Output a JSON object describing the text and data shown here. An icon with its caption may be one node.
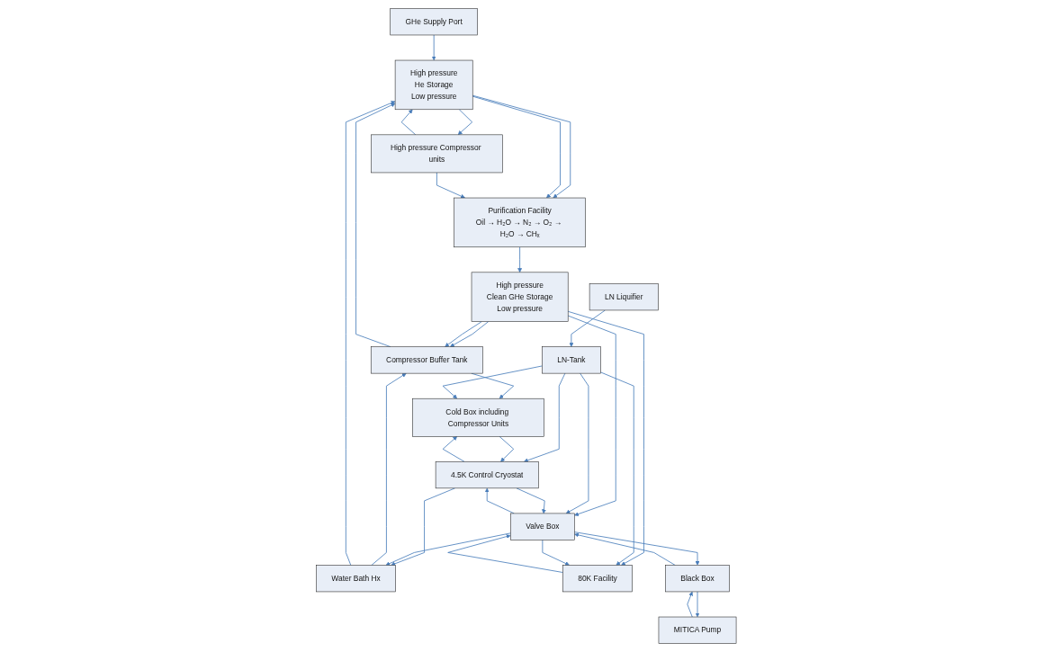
{
  "diagram": {
    "nodes": [
      {
        "text": [
          "GHe Supply Port"
        ]
      },
      {
        "text": [
          "Purification Facility",
          "Oil → H₂O → N₂ → O₂ → H₂O → CHₓ"
        ]
      },
      {
        "text": [
          "LN Liquifier"
        ]
      },
      {
        "text": [
          "High pressure",
          "He Storage",
          "Low pressure"
        ]
      },
      {
        "text": [
          "High pressure Compressor units"
        ]
      },
      {
        "text": [
          "High pressure",
          "Clean GHe Storage",
          "Low pressure"
        ]
      },
      {
        "text": [
          "LN-Tank"
        ]
      },
      {
        "text": [
          "Compressor Buffer Tank"
        ]
      },
      {
        "text": [
          "Cold Box including Compressor Units"
        ]
      },
      {
        "text": [
          "Water Bath Hx"
        ]
      },
      {
        "text": [
          "4.5K Control Cryostat"
        ]
      },
      {
        "text": [
          "80K Facility"
        ]
      },
      {
        "text": [
          "MITICA Pump"
        ]
      },
      {
        "text": [
          "Black Box"
        ]
      },
      {
        "text": [
          "Valve Box"
        ]
      }
    ],
    "edges": [
      {
        "from": 0,
        "to": 3,
        "arrow": "to"
      },
      {
        "from": 3,
        "to": 1,
        "arrow": "to"
      },
      {
        "from": 3,
        "to": 1,
        "arrow": "to"
      },
      {
        "from": 4,
        "to": 3,
        "arrow": "to"
      },
      {
        "from": 3,
        "to": 4,
        "arrow": "to"
      },
      {
        "from": 4,
        "to": 1,
        "arrow": "to"
      },
      {
        "from": 1,
        "to": 5,
        "arrow": "to"
      },
      {
        "from": 2,
        "to": 6,
        "arrow": "to"
      },
      {
        "from": 5,
        "to": 7,
        "arrow": "to"
      },
      {
        "from": 5,
        "to": 7,
        "arrow": "to"
      },
      {
        "from": 7,
        "to": 3,
        "arrow": "to"
      },
      {
        "from": 7,
        "to": 8,
        "arrow": "to"
      },
      {
        "from": 9,
        "to": 7,
        "arrow": "to"
      },
      {
        "from": 9,
        "to": 3,
        "arrow": "to"
      },
      {
        "from": 5,
        "to": 11,
        "arrow": "to"
      },
      {
        "from": 5,
        "to": 14,
        "arrow": "to"
      },
      {
        "from": 6,
        "to": 14,
        "arrow": "to"
      },
      {
        "from": 6,
        "to": 8,
        "arrow": "to"
      },
      {
        "from": 6,
        "to": 10,
        "arrow": "to"
      },
      {
        "from": 6,
        "to": 11,
        "arrow": "to"
      },
      {
        "from": 8,
        "to": 10,
        "arrow": "to"
      },
      {
        "from": 10,
        "to": 8,
        "arrow": "to"
      },
      {
        "from": 10,
        "to": 9,
        "arrow": "to"
      },
      {
        "from": 14,
        "to": 9,
        "arrow": "to"
      },
      {
        "from": 14,
        "to": 10,
        "arrow": "to"
      },
      {
        "from": 10,
        "to": 14,
        "arrow": "to"
      },
      {
        "from": 14,
        "to": 11,
        "arrow": "to"
      },
      {
        "from": 11,
        "to": 14,
        "arrow": "to"
      },
      {
        "from": 12,
        "to": 13,
        "arrow": "to"
      },
      {
        "from": 13,
        "to": 14,
        "arrow": "to"
      },
      {
        "from": 14,
        "to": 13,
        "arrow": "to"
      },
      {
        "from": 13,
        "to": 12,
        "arrow": "to"
      }
    ]
  }
}
